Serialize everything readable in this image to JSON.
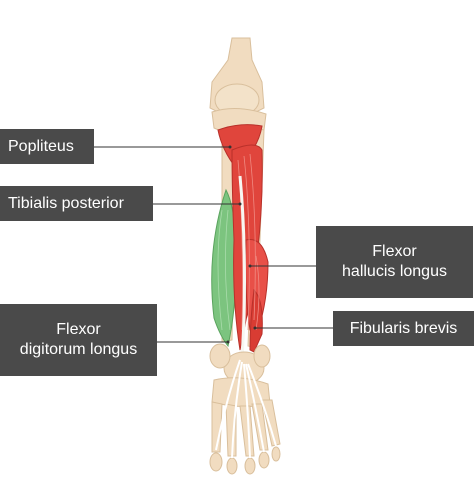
{
  "labels": {
    "popliteus": "Popliteus",
    "tibialis_posterior": "Tibialis posterior",
    "flexor_hallucis_longus_line1": "Flexor",
    "flexor_hallucis_longus_line2": "hallucis longus",
    "fibularis_brevis": "Fibularis brevis",
    "flexor_digitorum_longus_line1": "Flexor",
    "flexor_digitorum_longus_line2": "digitorum longus"
  },
  "colors": {
    "label_bg": "#4a4a4a",
    "label_text": "#ffffff",
    "bone": "#f1dcc0",
    "bone_shadow": "#d9bf9c",
    "muscle_red": "#e0453c",
    "muscle_green": "#7cc47f",
    "tendon": "#f7f7f2",
    "leader_line": "#333333"
  }
}
